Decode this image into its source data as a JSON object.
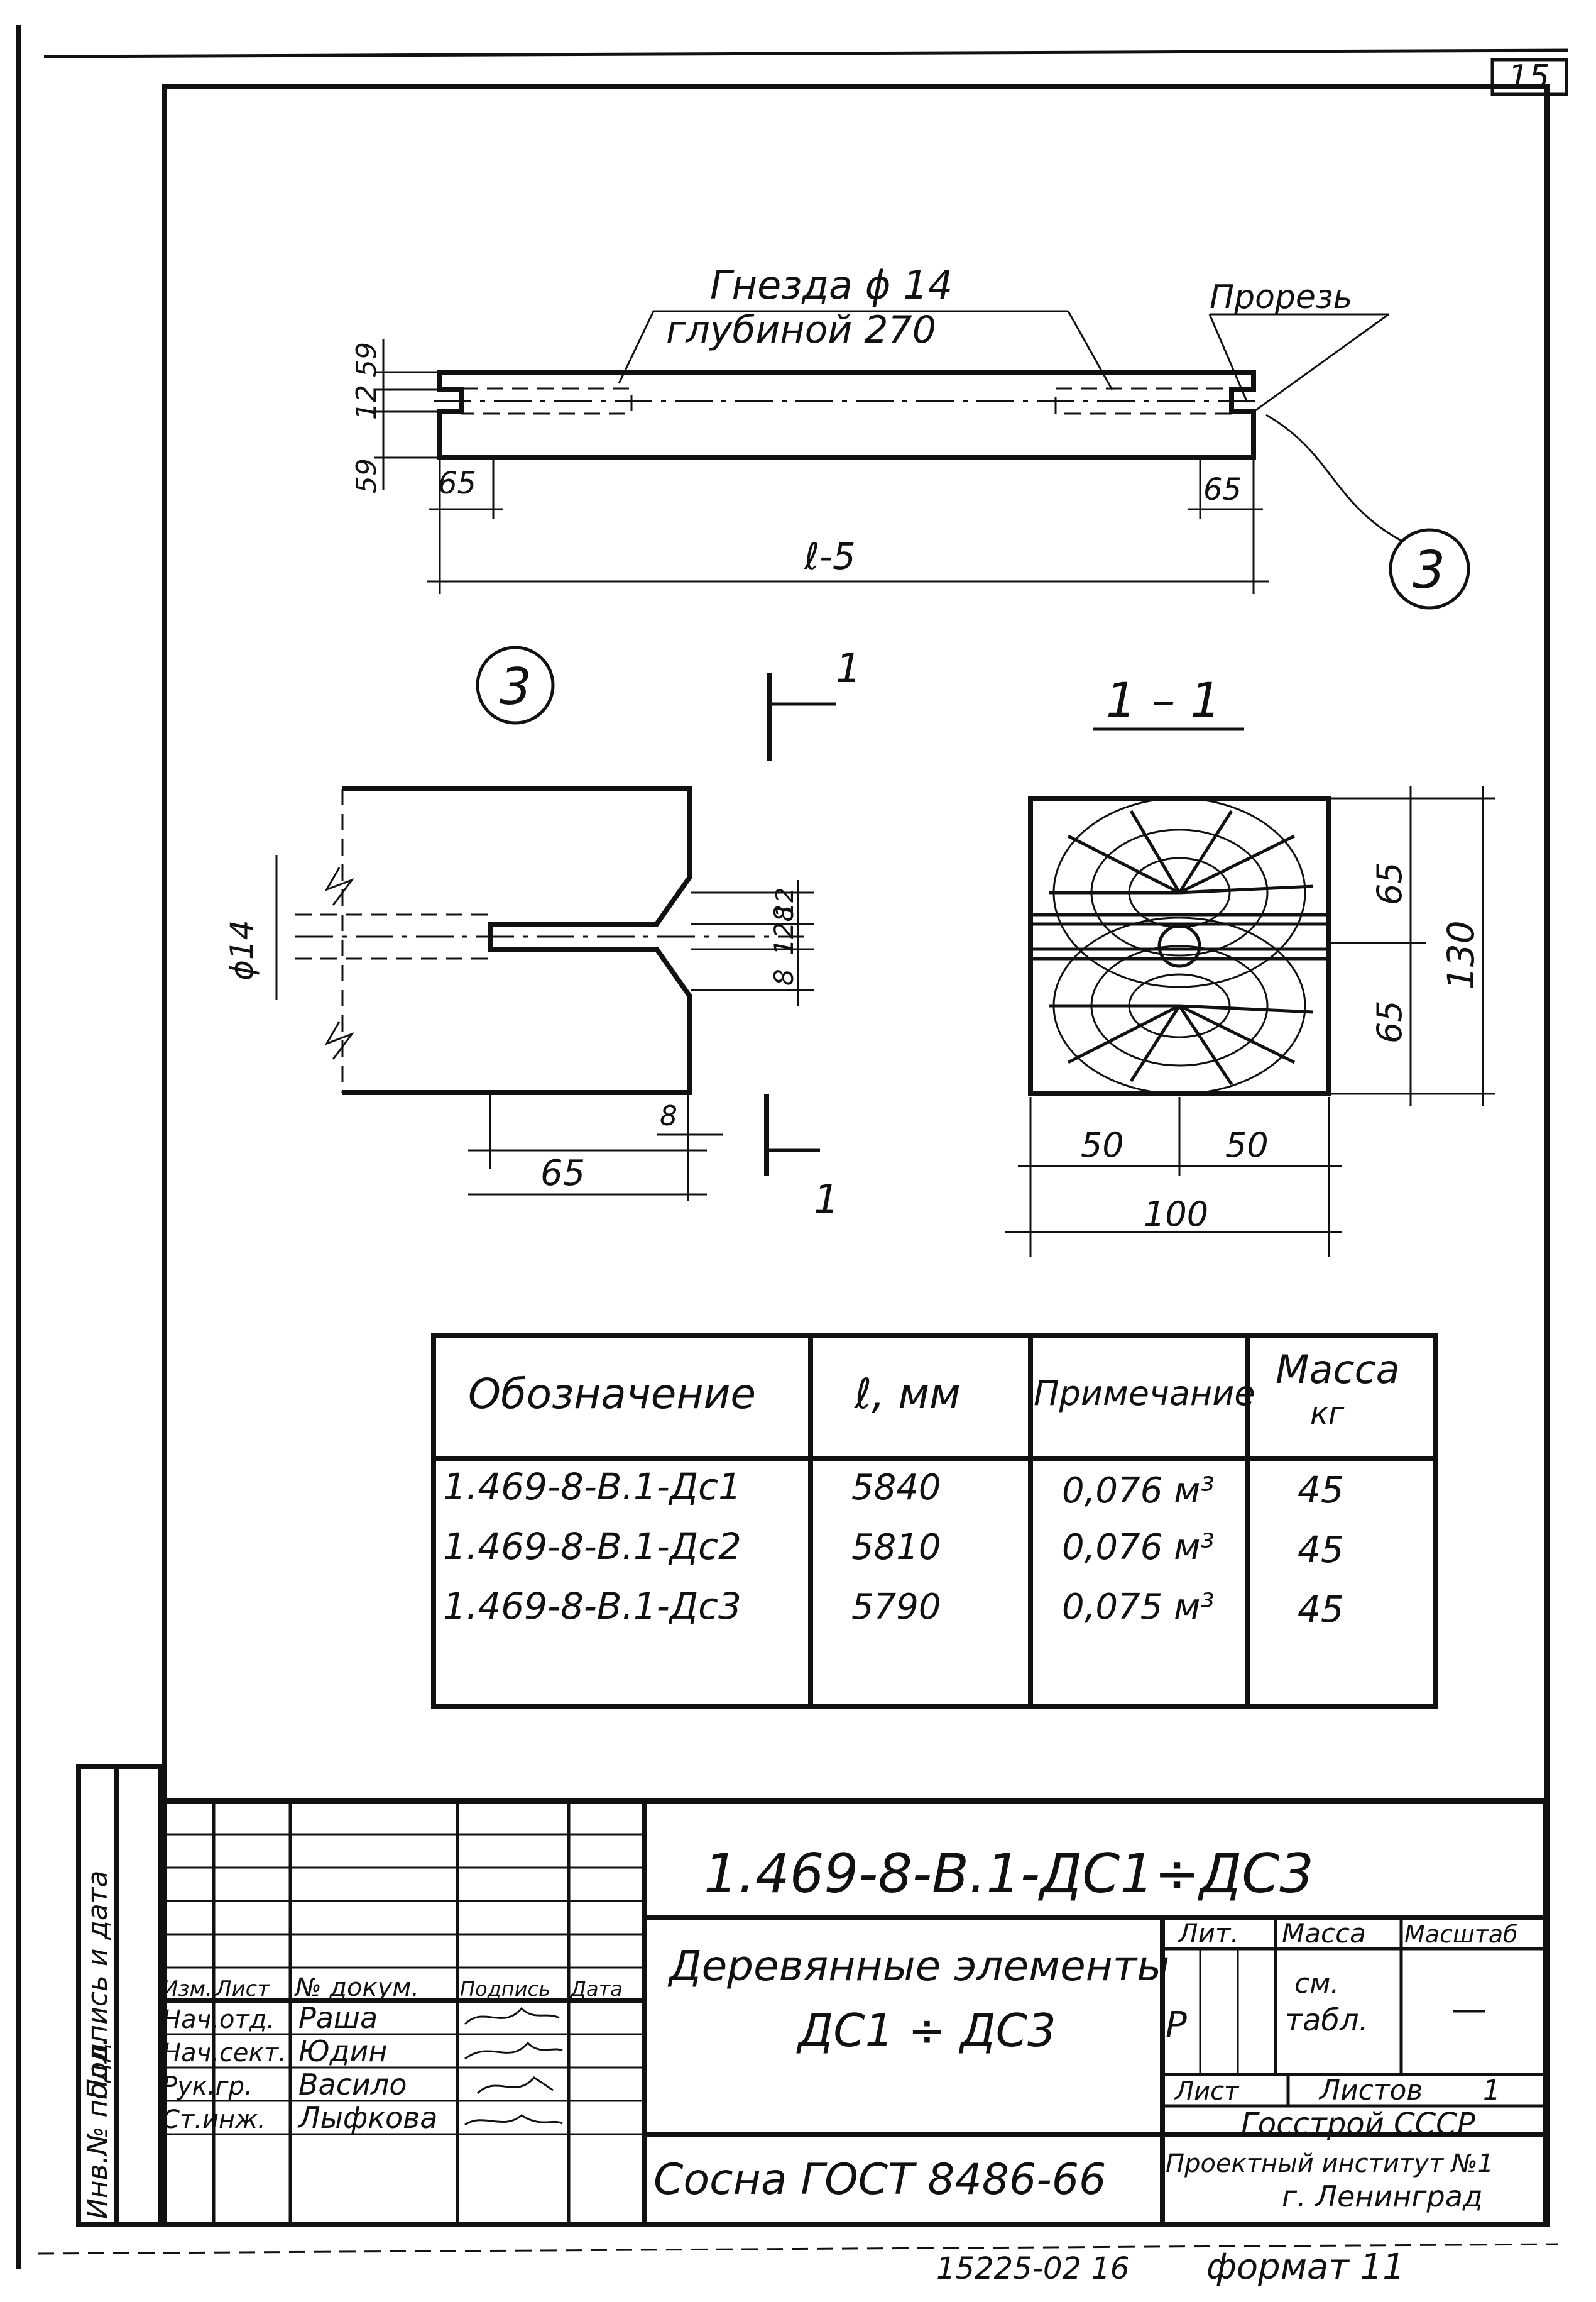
{
  "sheet": {
    "sheet_number": "15",
    "footer_code": "15225-02 16",
    "format": "формат 11"
  },
  "plan_view": {
    "sockets_label_1": "Гнезда ϕ 14",
    "sockets_label_2": "глубиной 270",
    "slot_label": "Прорезь",
    "callout": "3",
    "dim_top": "59",
    "dim_mid": "12",
    "dim_bottom": "59",
    "dim_left_end": "65",
    "dim_right_end": "65",
    "dim_length": "ℓ-5"
  },
  "detail_3": {
    "title": "3",
    "diameter": "ϕ14",
    "dim_12": "12",
    "dim_8a": "8",
    "dim_8b": "8",
    "dim_65": "65",
    "dim_128": "128"
  },
  "section_marks": {
    "top": "1",
    "bottom": "1"
  },
  "section_1_1": {
    "title": "1 – 1",
    "dim_65_top": "65",
    "dim_65_bottom": "65",
    "dim_130": "130",
    "dim_50_left": "50",
    "dim_50_right": "50",
    "dim_100": "100"
  },
  "spec_table": {
    "headers": [
      "Обозначение",
      "ℓ, мм",
      "Примечание",
      "Масса",
      "кг"
    ],
    "rows": [
      [
        "1.469-8-B.1-Дс1",
        "5840",
        "0,076 м³",
        "45"
      ],
      [
        "1.469-8-B.1-Дс2",
        "5810",
        "0,076 м³",
        "45"
      ],
      [
        "1.469-8-B.1-Дс3",
        "5790",
        "0,075 м³",
        "45"
      ]
    ]
  },
  "title_block": {
    "designation": "1.469-8-B.1-ДС1÷ДС3",
    "name_line1": "Деревянные элементы",
    "name_line2": "ДС1 ÷ ДС3",
    "material": "Сосна ГОСТ 8486-66",
    "col_headers": [
      "Изм.",
      "Лист",
      "№ докум.",
      "Подпись",
      "Дата"
    ],
    "roles": [
      "Нач.отд.",
      "Нач.сект.",
      "Рук.гр.",
      "Ст.инж."
    ],
    "names": [
      "Раша",
      "Юдин",
      "Васило",
      "Лыфкова"
    ],
    "signatures": [
      "ИВЗ",
      "Юдин",
      "Рф",
      "Лыфкова"
    ],
    "lit_label": "Лит.",
    "mass_label": "Масса",
    "scale_label": "Масштаб",
    "lit_value": "Р",
    "mass_value_1": "см.",
    "mass_value_2": "табл.",
    "scale_value": "—",
    "sheet_label": "Лист",
    "sheets_label": "Листов",
    "sheets_value": "1",
    "org_line1": "Госстрой СССР",
    "org_line2": "Проектный институт №1",
    "org_line3": "г. Ленинград",
    "side_1": "Подпись и дата",
    "side_2": "Инв.№ подл."
  }
}
